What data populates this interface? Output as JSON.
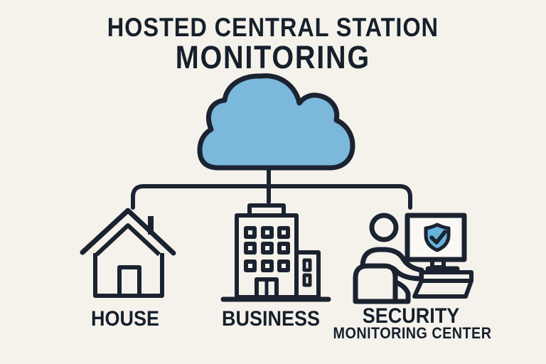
{
  "title": {
    "line1": "HOSTED CENTRAL STATION",
    "line2": "MONITORING"
  },
  "nodes": {
    "cloud": {
      "icon": "cloud-icon"
    },
    "house": {
      "label": "HOUSE",
      "icon": "house-icon"
    },
    "business": {
      "label": "BUSINESS",
      "icon": "office-building-icon"
    },
    "security": {
      "label": "SECURITY",
      "sublabel": "MONITORING CENTER",
      "icon": "security-monitoring-center-icon"
    }
  },
  "colors": {
    "background": "#f5f2ec",
    "ink": "#1b2330",
    "cloud_blue": "#7bb8dc",
    "shield_blue": "#66b3dd",
    "screen_white": "#faf9f5"
  }
}
